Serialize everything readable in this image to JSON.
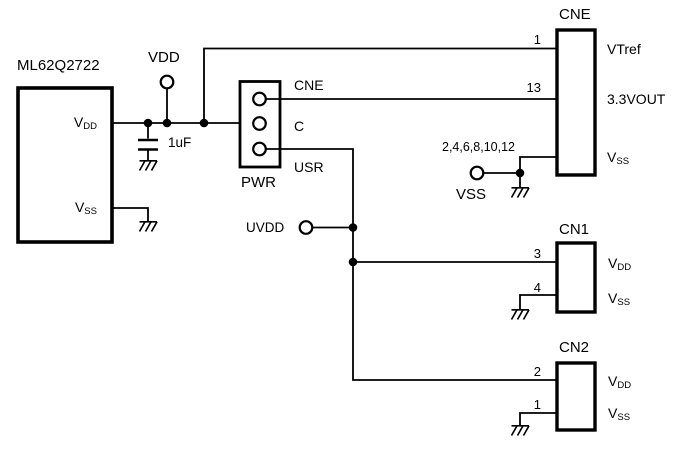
{
  "colors": {
    "line": "#000000",
    "background": "#ffffff"
  },
  "diagram": {
    "type": "power-supply-schematic",
    "mcu": {
      "name": "ML62Q2722",
      "pin_vdd": {
        "base": "V",
        "sub": "DD"
      },
      "pin_vss": {
        "base": "V",
        "sub": "SS"
      }
    },
    "supply": {
      "vdd_terminal": "VDD",
      "capacitor_value": "1uF",
      "uvdd_terminal": "UVDD",
      "vss_terminal": "VSS"
    },
    "pwr_connector": {
      "name": "PWR",
      "pin_top": "CNE",
      "pin_mid": "C",
      "pin_bottom": "USR"
    },
    "cne": {
      "name": "CNE",
      "pin1_num": "1",
      "pin13_num": "13",
      "gnd_pin_nums": "2,4,6,8,10,12",
      "sig_pin1": "VTref",
      "sig_pin13": "3.3VOUT",
      "sig_gnd": {
        "base": "V",
        "sub": "SS"
      }
    },
    "cn1": {
      "name": "CN1",
      "pin_vdd_num": "3",
      "pin_vss_num": "4",
      "sig_vdd": {
        "base": "V",
        "sub": "DD"
      },
      "sig_vss": {
        "base": "V",
        "sub": "SS"
      }
    },
    "cn2": {
      "name": "CN2",
      "pin_vdd_num": "2",
      "pin_vss_num": "1",
      "sig_vdd": {
        "base": "V",
        "sub": "DD"
      },
      "sig_vss": {
        "base": "V",
        "sub": "SS"
      }
    }
  }
}
